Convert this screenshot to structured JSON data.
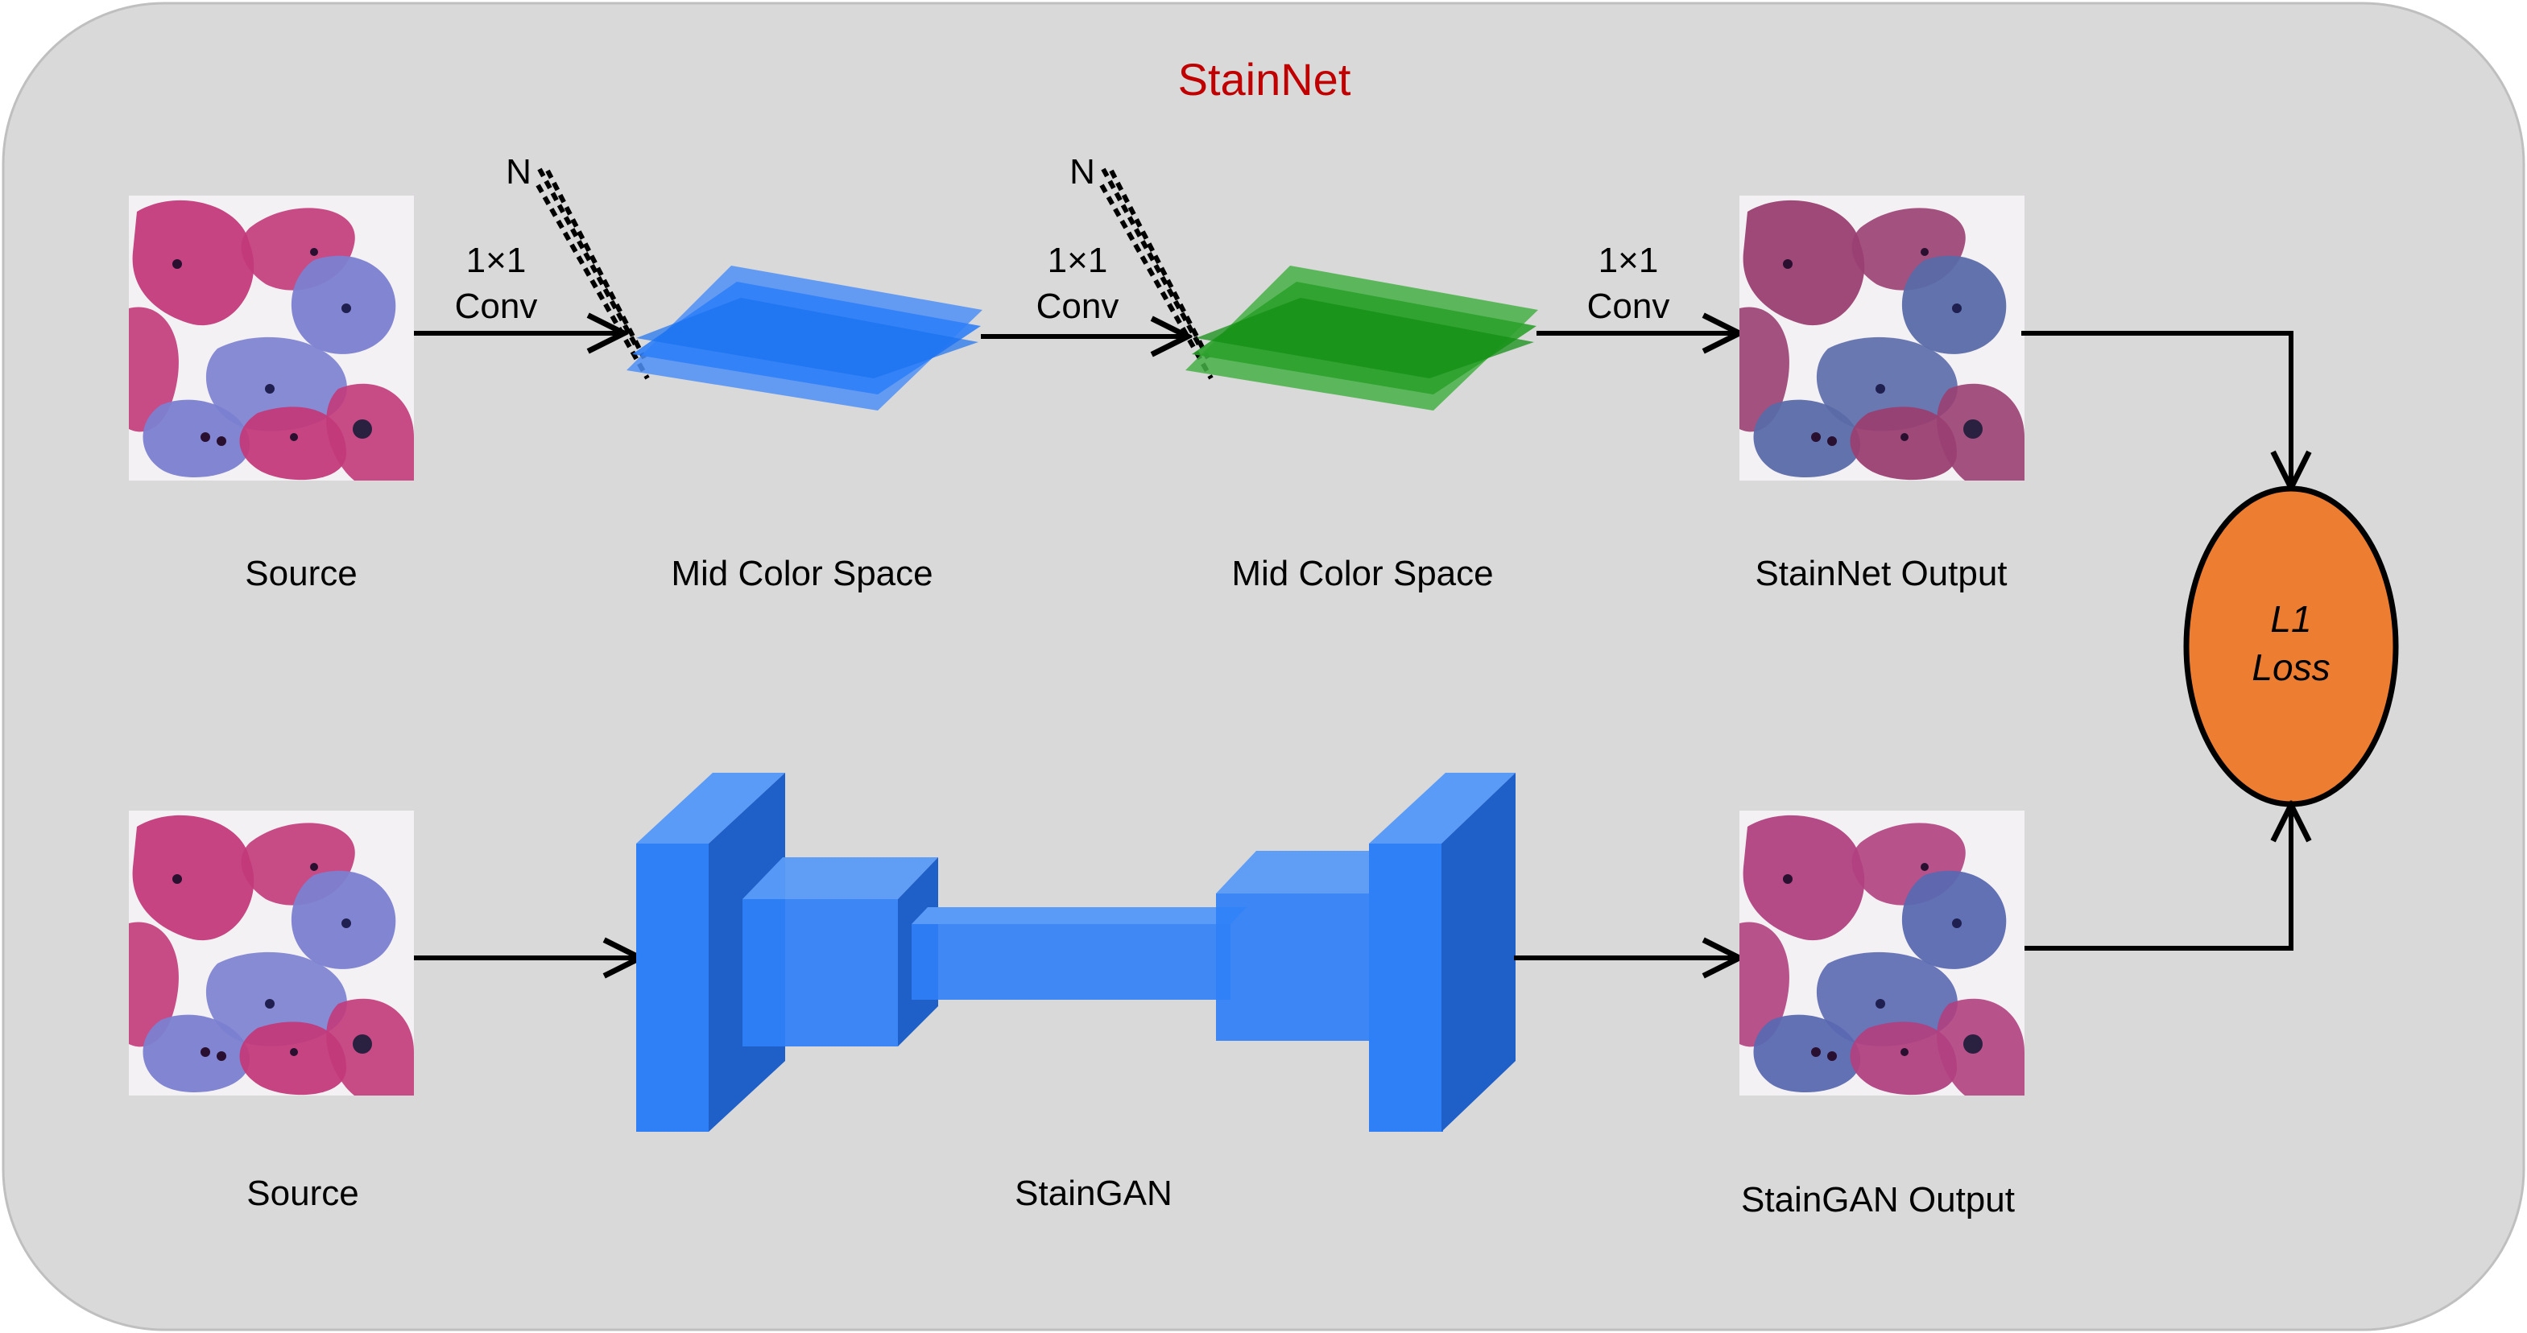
{
  "title": "StainNet",
  "colors": {
    "title": "#c00000",
    "panel_bg": "#d9d9d9",
    "panel_border": "#bfbfbf",
    "blue": "#2f80f7",
    "blue_dark": "#1f5fc8",
    "green": "#1fa61f",
    "loss_fill": "#ed7d31",
    "line": "#000000"
  },
  "top_row": {
    "source_label": "Source",
    "conv_labels": [
      {
        "line1": "1×1",
        "line2": "Conv"
      },
      {
        "line1": "1×1",
        "line2": "Conv"
      },
      {
        "line1": "1×1",
        "line2": "Conv"
      }
    ],
    "n_labels": [
      "N",
      "N"
    ],
    "mid_labels": [
      "Mid Color Space",
      "Mid Color Space"
    ],
    "output_label": "StainNet Output"
  },
  "bottom_row": {
    "source_label": "Source",
    "network_label": "StainGAN",
    "output_label": "StainGAN Output"
  },
  "loss": {
    "line1": "L1",
    "line2": "Loss"
  },
  "icons": {
    "source_image": "cytology-cells-image",
    "output_image": "cytology-cells-image",
    "loss_node": "ellipse-node"
  }
}
